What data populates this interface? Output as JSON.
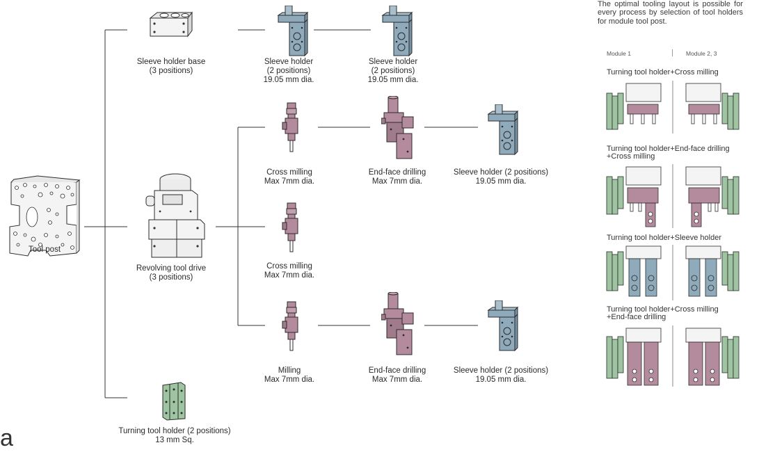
{
  "tree": {
    "root": {
      "label": [
        "Tool post"
      ]
    },
    "level1": [
      {
        "label": [
          "Sleeve holder base",
          "(3 positions)"
        ]
      },
      {
        "label": [
          "Revolving tool drive",
          "(3 positions)"
        ]
      },
      {
        "label": [
          "Turning tool  holder (2 positions)",
          "13 mm Sq."
        ]
      }
    ],
    "level2": [
      {
        "label": [
          "Sleeve holder",
          "(2 positions)",
          "19.05 mm dia."
        ]
      },
      {
        "label": [
          "Cross milling",
          "Max 7mm dia."
        ]
      },
      {
        "label": [
          "Cross milling",
          "Max 7mm dia."
        ]
      },
      {
        "label": [
          "Milling",
          "Max 7mm dia."
        ]
      }
    ],
    "level3": [
      {
        "label": [
          "Sleeve holder",
          "(2 positions)",
          "19.05 mm dia."
        ]
      },
      {
        "label": [
          "End-face drilling",
          "Max 7mm dia."
        ]
      },
      {
        "label": [
          "End-face drilling",
          "Max 7mm dia."
        ]
      }
    ],
    "level4": [
      {
        "label": [
          "Sleeve holder (2 positions)",
          "19.05 mm dia."
        ]
      },
      {
        "label": [
          "Sleeve holder (2 positions)",
          "19.05 mm dia."
        ]
      }
    ]
  },
  "sidebar": {
    "note": "The optimal tooling layout is possible for every process by selection of tool holders for module tool post.",
    "module_left": "Module 1",
    "module_right": "Module 2, 3",
    "configs": [
      {
        "title": [
          "Turning tool  holder+Cross milling"
        ]
      },
      {
        "title": [
          "Turning tool  holder+End-face drilling",
          "+Cross milling"
        ]
      },
      {
        "title": [
          "Turning tool  holder+Sleeve holder"
        ]
      },
      {
        "title": [
          "Turning tool  holder+Cross milling",
          "+End-face drilling"
        ]
      }
    ]
  },
  "figure_letter": "a",
  "colors": {
    "line": "#333333",
    "outline": "#2b2b2b",
    "light_body": "#f4f4f4",
    "blue_holder": "#8faabb",
    "pink_tool": "#b48b9c",
    "green_turning": "#9fc4a2",
    "dark_shaft": "#444444"
  }
}
